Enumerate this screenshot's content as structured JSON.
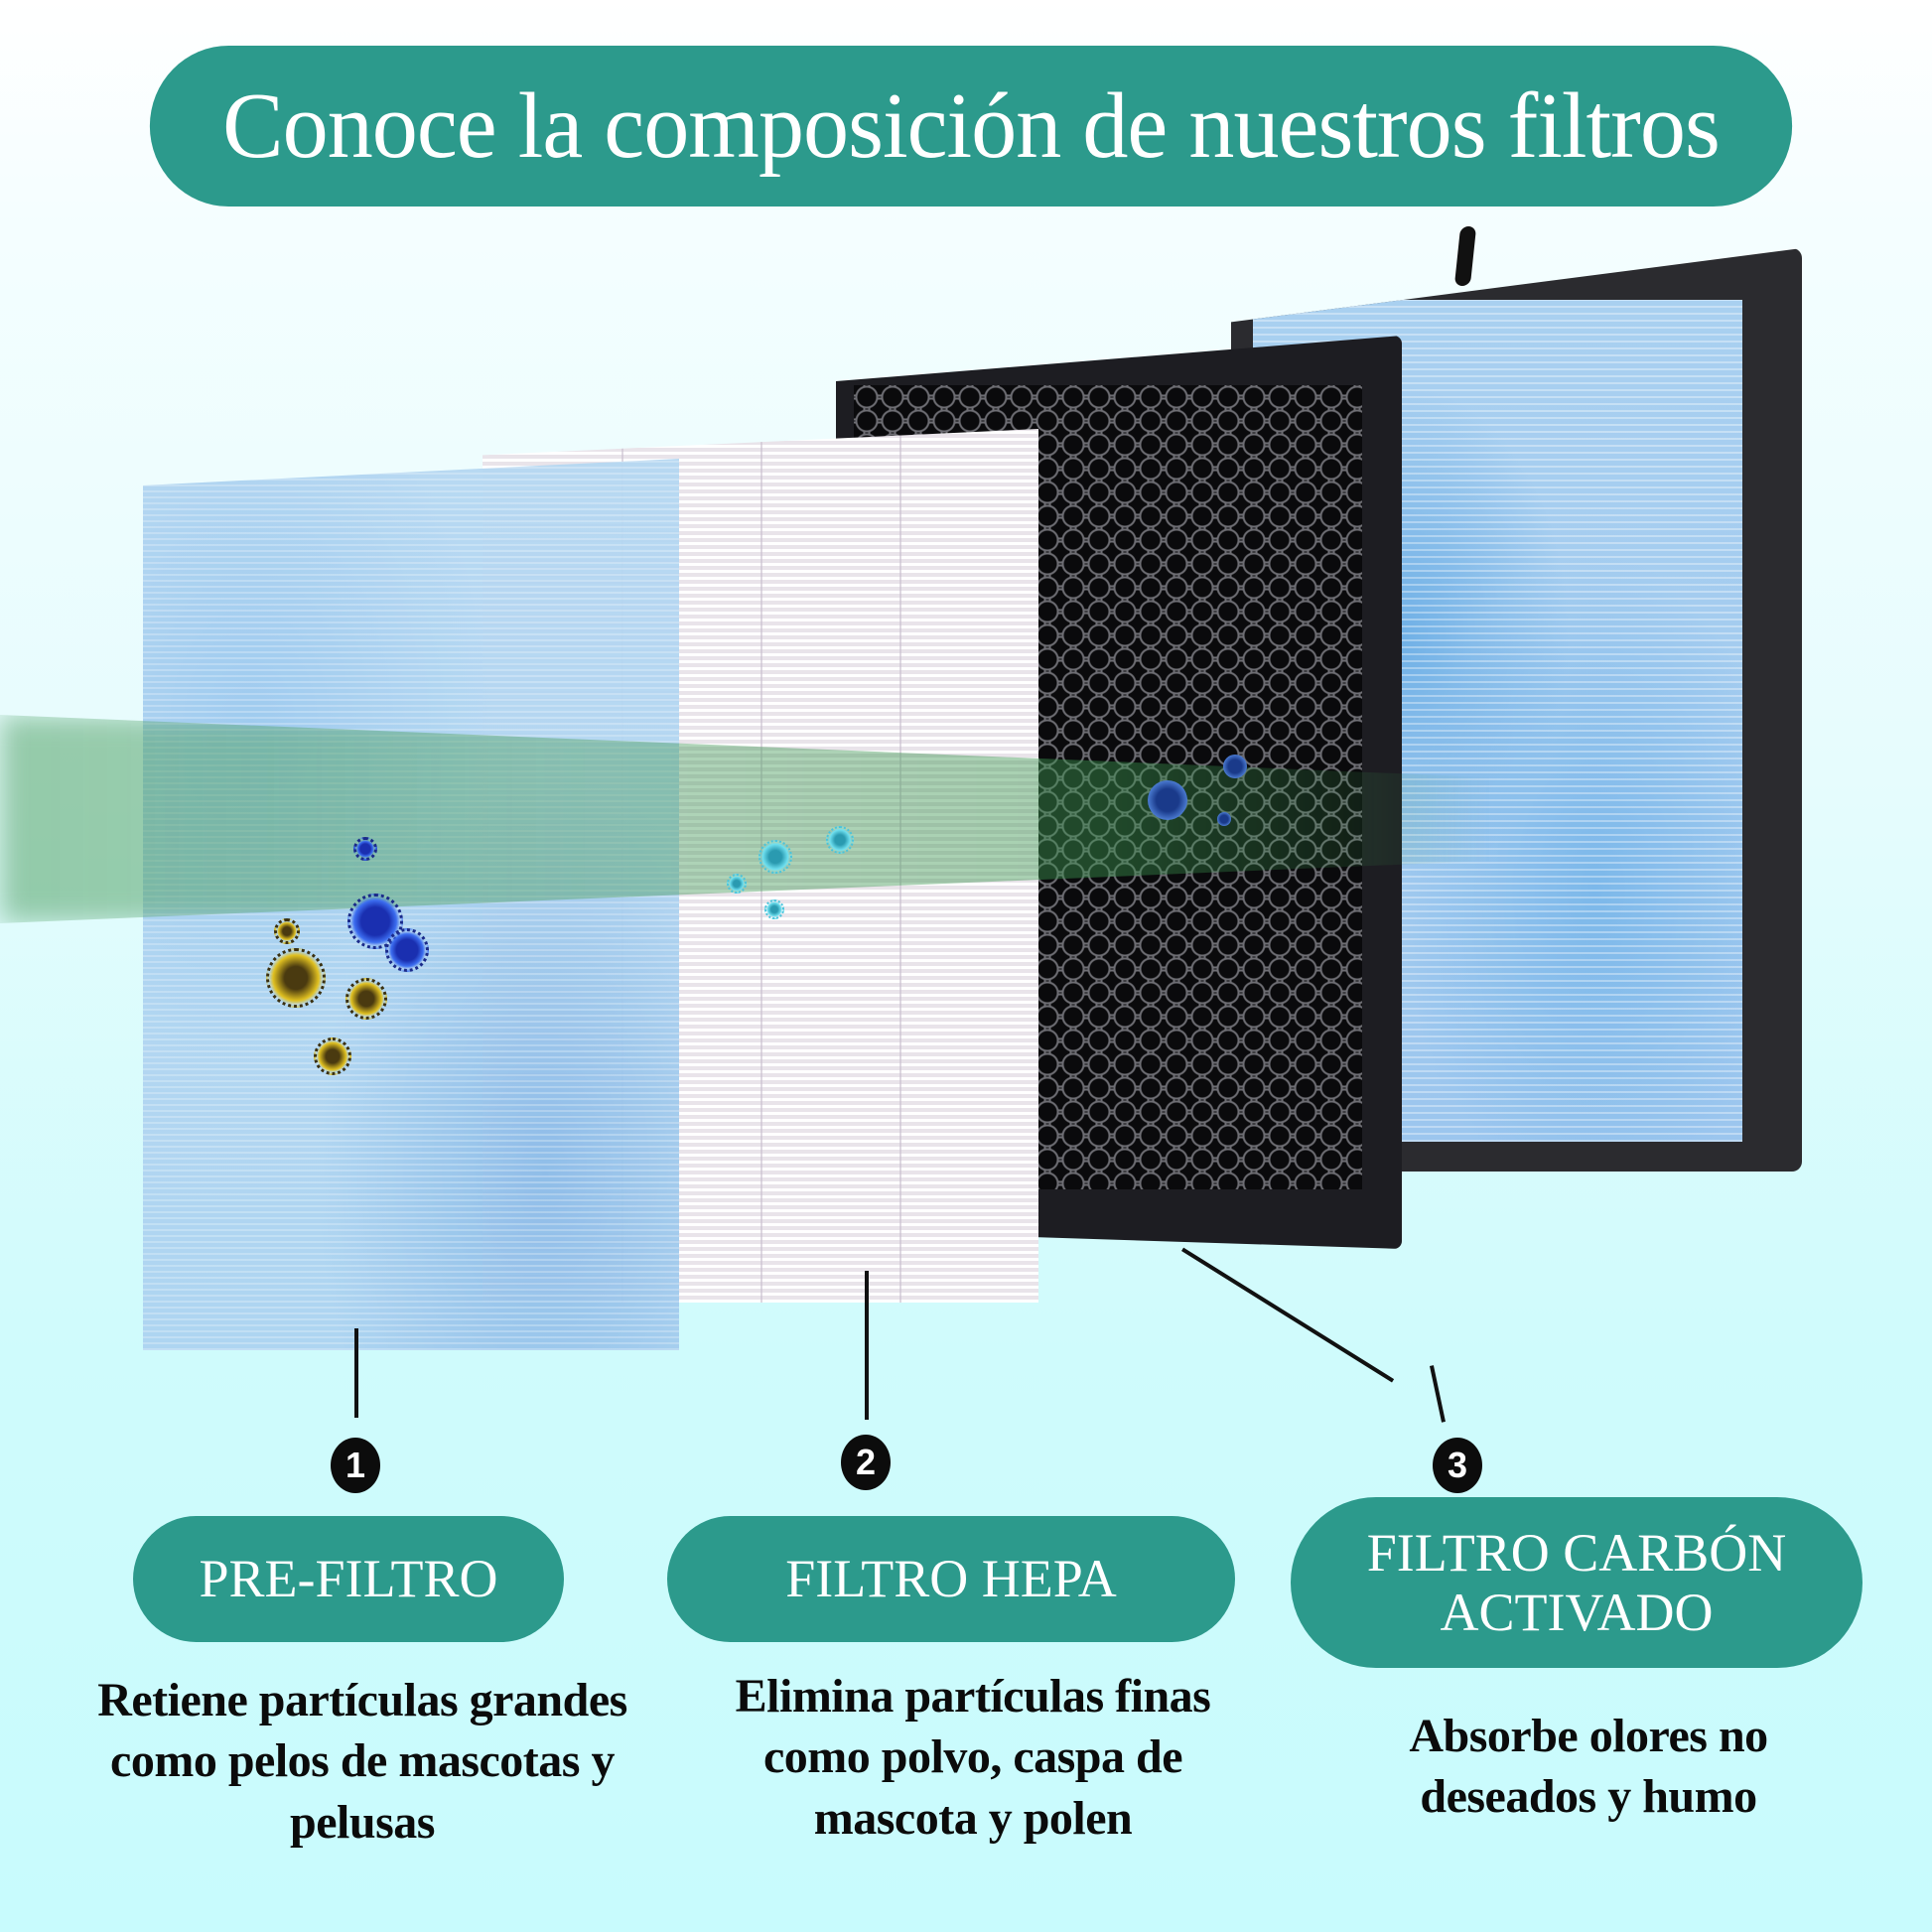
{
  "title": "Conoce la composición de nuestros filtros",
  "colors": {
    "accent": "#2c9a8c",
    "background_top": "#ffffff",
    "background_bottom": "#c8fbfd",
    "text_dark": "#0b0b0b",
    "badge": "#0c0c0c"
  },
  "illustration": {
    "layers": [
      {
        "name": "pre-filter-layer",
        "texture": "blue-fiber"
      },
      {
        "name": "hepa-layer",
        "texture": "white-pleated"
      },
      {
        "name": "carbon-layer",
        "texture": "black-honeycomb"
      },
      {
        "name": "housing-frame",
        "texture": "blue-fiber-in-black-frame"
      }
    ],
    "icons": [
      "germ-icon",
      "airflow-arrow"
    ]
  },
  "filters": [
    {
      "number": "1",
      "label": "PRE-FILTRO",
      "description": [
        "Retiene partículas grandes",
        "como pelos de mascotas y",
        "pelusas"
      ]
    },
    {
      "number": "2",
      "label": "FILTRO HEPA",
      "description": [
        "Elimina partículas finas",
        "como polvo, caspa de",
        "mascota y polen"
      ]
    },
    {
      "number": "3",
      "label_lines": [
        "FILTRO CARBÓN",
        "ACTIVADO"
      ],
      "description": [
        "Absorbe olores no",
        "deseados y humo"
      ]
    }
  ]
}
